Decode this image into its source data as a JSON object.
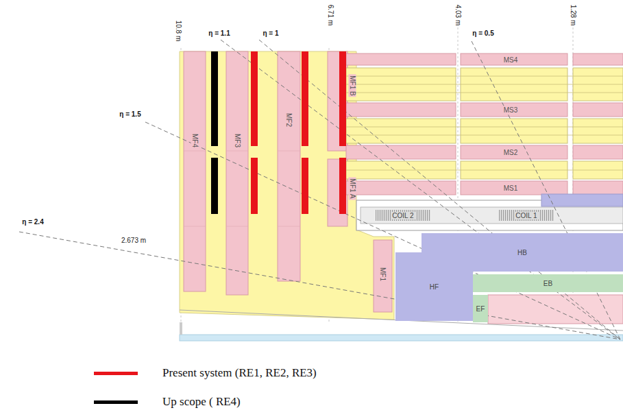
{
  "diagram": {
    "nodes": [
      {
        "text": [
          "COIL 2"
        ]
      },
      {
        "text": [
          "COIL 1"
        ]
      },
      {
        "text": [
          "HB"
        ]
      },
      {
        "text": [
          "HF"
        ]
      },
      {
        "text": [
          "EF"
        ]
      },
      {
        "text": [
          "EB"
        ]
      }
    ],
    "labels": [
      "10.8 m",
      "η = 1.1",
      "η = 1",
      "6.71 m",
      "4.03 m",
      "η = 0.5",
      "1.28 m",
      "η = 1.5",
      "MS4",
      "MS3",
      "MS2",
      "MS1",
      "MF4",
      "MF3",
      "MF2",
      "MF1 B",
      "MF1 A",
      "η = 2.4",
      "2.673 m",
      "MF1"
    ],
    "legend": [
      {
        "text": "Present system (RE1, RE2, RE3)",
        "color": "#e8141b"
      },
      {
        "text": "Up scope ( RE4)",
        "color": "#000000"
      }
    ]
  }
}
